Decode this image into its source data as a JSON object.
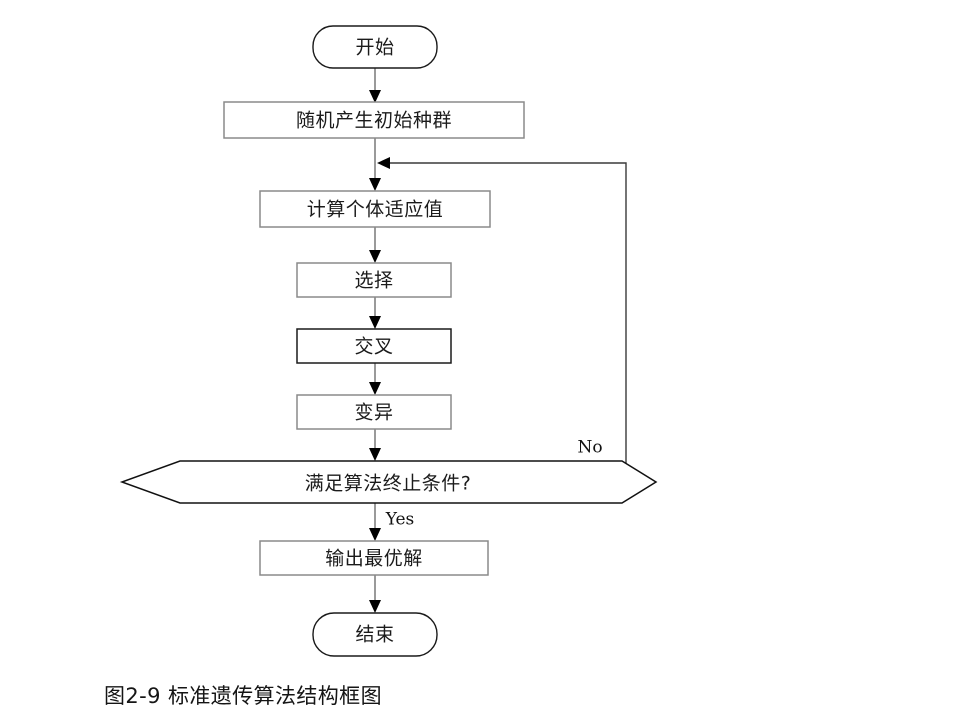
{
  "figure": {
    "caption": "图2-9  标准遗传算法结构框图",
    "background_color": "#ffffff",
    "line_color": "#8e8e8e",
    "arrow_color": "#000000",
    "text_color": "#1b1b1b"
  },
  "flowchart": {
    "title": "标准遗传算法结构框图",
    "nodes": [
      {
        "id": "start",
        "label": "开始",
        "shape": "terminal"
      },
      {
        "id": "init",
        "label": "随机产生初始种群",
        "shape": "process"
      },
      {
        "id": "fitness",
        "label": "计算个体适应值",
        "shape": "process"
      },
      {
        "id": "select",
        "label": "选择",
        "shape": "process"
      },
      {
        "id": "crossover",
        "label": "交叉",
        "shape": "process"
      },
      {
        "id": "mutation",
        "label": "变异",
        "shape": "process"
      },
      {
        "id": "decision",
        "label": "满足算法终止条件?",
        "shape": "decision"
      },
      {
        "id": "output",
        "label": "输出最优解",
        "shape": "process"
      },
      {
        "id": "end",
        "label": "结束",
        "shape": "terminal"
      }
    ],
    "edges": [
      {
        "from": "start",
        "to": "init",
        "label": ""
      },
      {
        "from": "init",
        "to": "fitness",
        "label": ""
      },
      {
        "from": "fitness",
        "to": "select",
        "label": ""
      },
      {
        "from": "select",
        "to": "crossover",
        "label": ""
      },
      {
        "from": "crossover",
        "to": "mutation",
        "label": ""
      },
      {
        "from": "mutation",
        "to": "decision",
        "label": ""
      },
      {
        "from": "decision",
        "to": "output",
        "label": "Yes"
      },
      {
        "from": "decision",
        "to": "fitness",
        "label": "No"
      },
      {
        "from": "output",
        "to": "end",
        "label": ""
      }
    ],
    "edge_labels": {
      "yes": "Yes",
      "no": "No"
    }
  }
}
